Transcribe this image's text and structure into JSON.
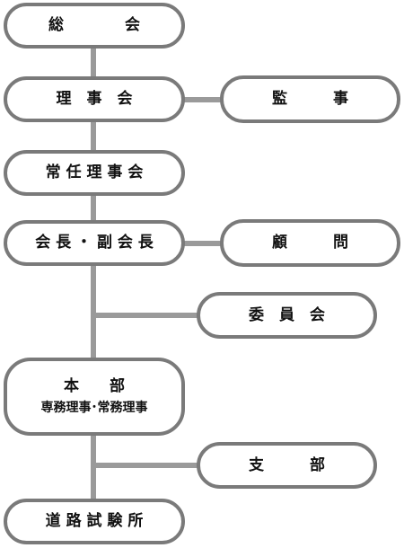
{
  "diagram": {
    "nodes": {
      "soukai": "総　　　　会",
      "rijikai": "理　事　会",
      "kanji": "監　　　事",
      "jonin_rijikai": "常 任 理 事 会",
      "kaicho": "会 長 ・ 副 会 長",
      "komon": "顧　　　問",
      "iinkai": "委　員　会",
      "honbu_title": "本　　部",
      "honbu_sub": "専務理事･常務理事",
      "shibu": "支　　　部",
      "doro_shikensho": "道 路 試 験 所"
    },
    "colors": {
      "border": "#7a7a7a",
      "connector": "#9a9a9a",
      "text": "#111111",
      "background": "#ffffff"
    }
  }
}
